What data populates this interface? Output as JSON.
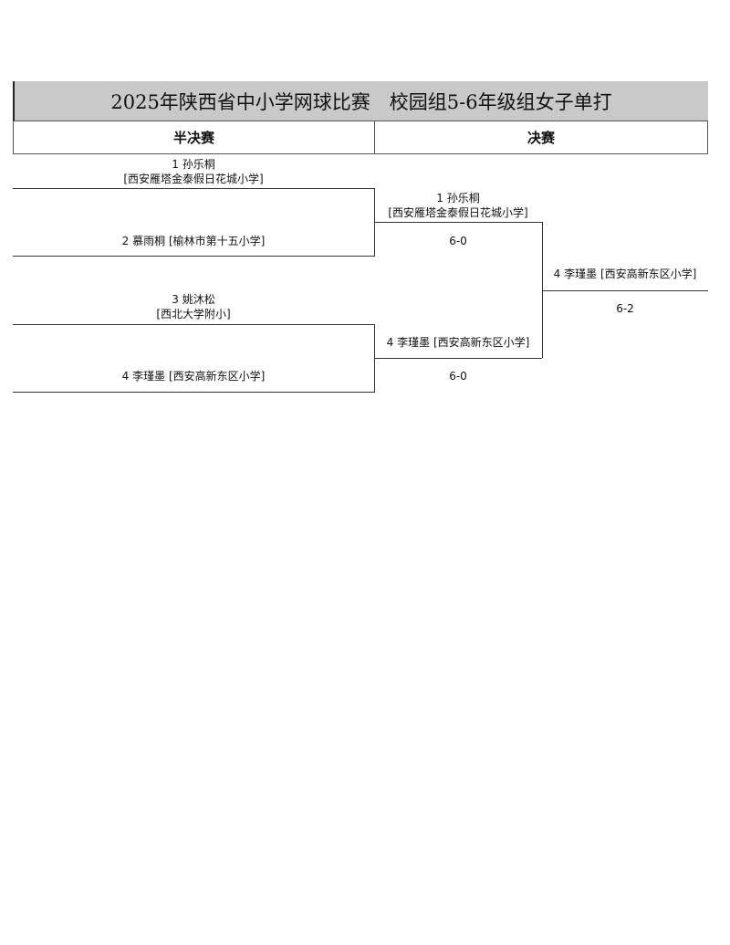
{
  "title": "2025年陕西省中小学网球比赛　校园组5-6年级组女子单打",
  "rounds": {
    "semifinal": "半决赛",
    "final": "决赛"
  },
  "semifinals": [
    {
      "player1": {
        "name": "1 孙乐桐",
        "school": "[西安雁塔金泰假日花城小学]"
      },
      "player2": {
        "line": "2 慕雨桐 [榆林市第十五小学]"
      }
    },
    {
      "player1": {
        "name": "3 姚沐松",
        "school": "[西北大学附小]"
      },
      "player2": {
        "line": "4 李瑾墨 [西安高新东区小学]"
      }
    }
  ],
  "final": {
    "player1": {
      "name": "1 孙乐桐",
      "school": "[西安雁塔金泰假日花城小学]",
      "semifinal_score": "6-0"
    },
    "player2": {
      "line": "4 李瑾墨 [西安高新东区小学]",
      "semifinal_score": "6-0"
    }
  },
  "champion": {
    "line": "4 李瑾墨 [西安高新东区小学]",
    "final_score": "6-2"
  }
}
